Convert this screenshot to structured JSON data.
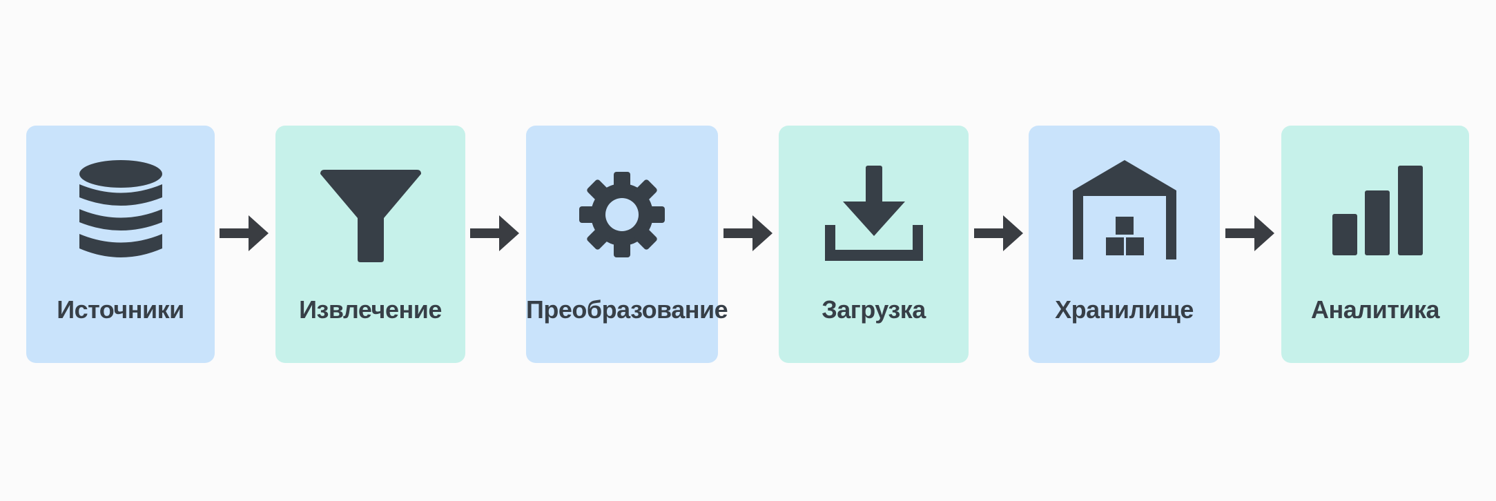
{
  "colors": {
    "background": "#fbfbfb",
    "blue_box": "#c9e3fb",
    "green_box": "#c6f1ea",
    "icon": "#373f47",
    "text": "#373f47",
    "arrow": "#3a3d42"
  },
  "stages": [
    {
      "label": "Источники",
      "icon": "database-icon",
      "fill": "blue"
    },
    {
      "label": "Извлечение",
      "icon": "funnel-icon",
      "fill": "green"
    },
    {
      "label": "Преобразование",
      "icon": "gear-icon",
      "fill": "blue"
    },
    {
      "label": "Загрузка",
      "icon": "download-icon",
      "fill": "green"
    },
    {
      "label": "Хранилище",
      "icon": "warehouse-icon",
      "fill": "blue"
    },
    {
      "label": "Аналитика",
      "icon": "bar-chart-icon",
      "fill": "green"
    }
  ]
}
